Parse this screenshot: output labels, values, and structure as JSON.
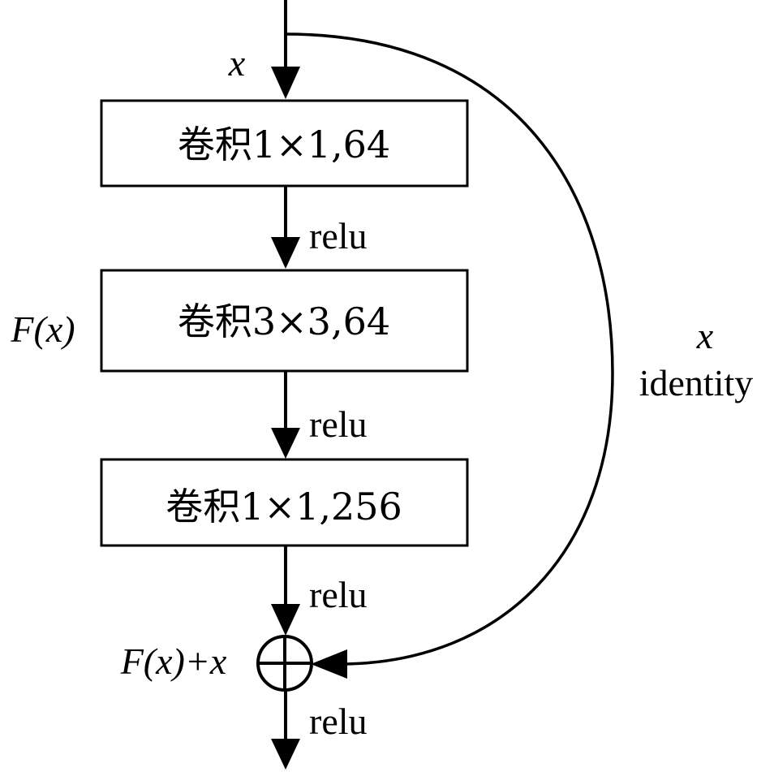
{
  "input_label": "x",
  "blocks": [
    {
      "text": "卷积1×1,64"
    },
    {
      "text": "卷积3×3,64"
    },
    {
      "text": "卷积1×1,256"
    }
  ],
  "activation_labels": [
    "relu",
    "relu",
    "relu",
    "relu"
  ],
  "residual_label": "F(x)",
  "sum_label": "F(x)+x",
  "shortcut": {
    "variable": "x",
    "name": "identity"
  },
  "icons": {
    "sum_node": "circle-plus-icon"
  }
}
